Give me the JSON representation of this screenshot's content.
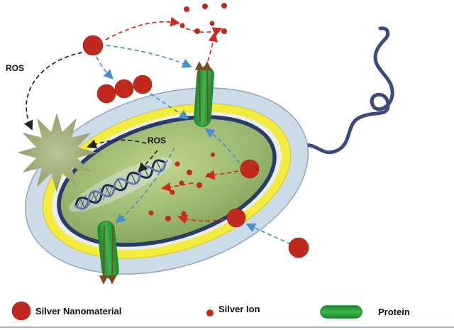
{
  "labels": {
    "ros_outer": "ROS",
    "ros_inner": "ROS"
  },
  "legend": {
    "items": [
      {
        "id": "silver-nanomaterial",
        "label": "Silver Nanomaterial"
      },
      {
        "id": "silver-ion",
        "label": "Silver Ion"
      },
      {
        "id": "protein",
        "label": "Protein"
      }
    ]
  },
  "colors": {
    "nanoparticle_red": "#c1281e",
    "ion_red": "#c1281e",
    "protein_green": "#3cb54a",
    "cell_outer": "#ccdbe8",
    "cell_wall_yellow": "#f3eb3d",
    "membrane_navy": "#2b3a66",
    "cytoplasm_green": "#9ab871",
    "flagellum_navy": "#3c4a7e",
    "arrow_blue": "#4a8ecb",
    "arrow_red": "#d42a1e",
    "arrow_black": "#222222",
    "arrow_brown": "#7a4a1e"
  }
}
